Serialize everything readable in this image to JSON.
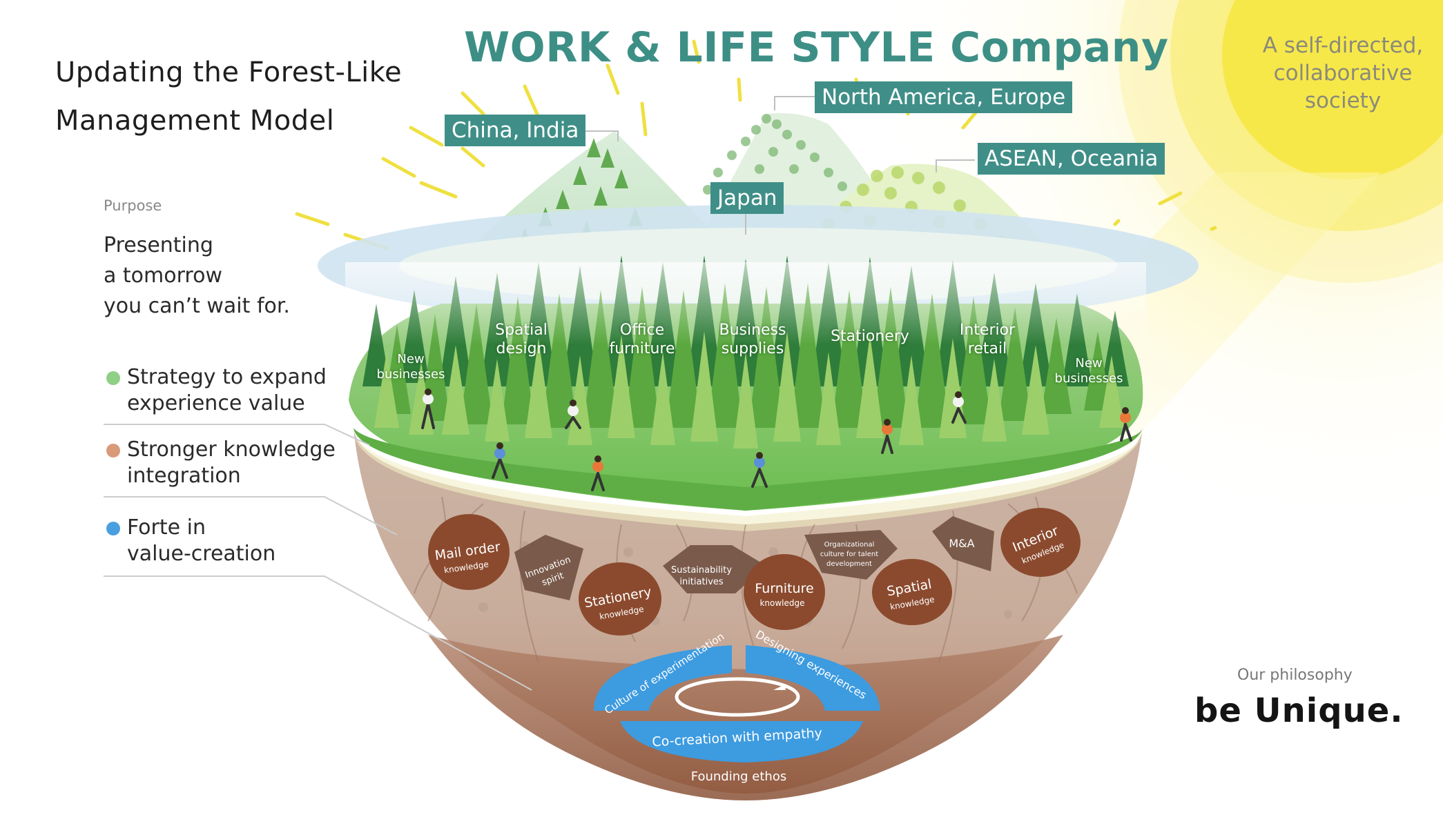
{
  "title": {
    "line1": "Updating the Forest-Like",
    "line2": "Management Model"
  },
  "main_title": "WORK & LIFE STYLE Company",
  "purpose": {
    "label": "Purpose",
    "lines": [
      "Presenting",
      "a tomorrow",
      "you can’t wait for."
    ]
  },
  "legend": [
    {
      "line1": "Strategy to expand",
      "line2": "experience value",
      "color": "#8fcf86"
    },
    {
      "line1": "Stronger knowledge",
      "line2": "integration",
      "color": "#d99a7a"
    },
    {
      "line1": "Forte in",
      "line2": "value-creation",
      "color": "#4a9fe0"
    }
  ],
  "regions": {
    "china_india": "China, India",
    "north_america_europe": "North America, Europe",
    "japan": "Japan",
    "asean_oceania": "ASEAN, Oceania"
  },
  "vision": [
    "A self-directed,",
    "collaborative",
    "society"
  ],
  "forest_labels": {
    "new_left": [
      "New",
      "businesses"
    ],
    "spatial": [
      "Spatial",
      "design"
    ],
    "office": [
      "Office",
      "furniture"
    ],
    "business": [
      "Business",
      "supplies"
    ],
    "stationery": [
      "Stationery"
    ],
    "interior": [
      "Interior",
      "retail"
    ],
    "new_right": [
      "New",
      "businesses"
    ]
  },
  "knowledge": {
    "mail_order": {
      "main": "Mail order",
      "sub": "knowledge"
    },
    "innovation": [
      "Innovation",
      "spirit"
    ],
    "stationery": {
      "main": "Stationery",
      "sub": "knowledge"
    },
    "sustainability": [
      "Sustainability",
      "initiatives"
    ],
    "furniture": {
      "main": "Furniture",
      "sub": "knowledge"
    },
    "org_culture": [
      "Organizational",
      "culture for talent",
      "development"
    ],
    "spatial": {
      "main": "Spatial",
      "sub": "knowledge"
    },
    "ma": "M&A",
    "interior": {
      "main": "Interior",
      "sub": "knowledge"
    }
  },
  "core": {
    "experimentation": "Culture of experimentation",
    "designing": "Designing experiences",
    "cocreation": "Co-creation with empathy"
  },
  "founding": "Founding ethos",
  "philosophy": {
    "label": "Our philosophy",
    "text": "be Unique."
  },
  "colors": {
    "teal": "#3f8f88",
    "sun": "#f7e84a",
    "grass": "#6ebf4f",
    "soil_light": "#d8c2b2",
    "soil_dark": "#a8745a",
    "knowledge_brown": "#8b4a2e",
    "core_blue": "#3d9be0"
  }
}
